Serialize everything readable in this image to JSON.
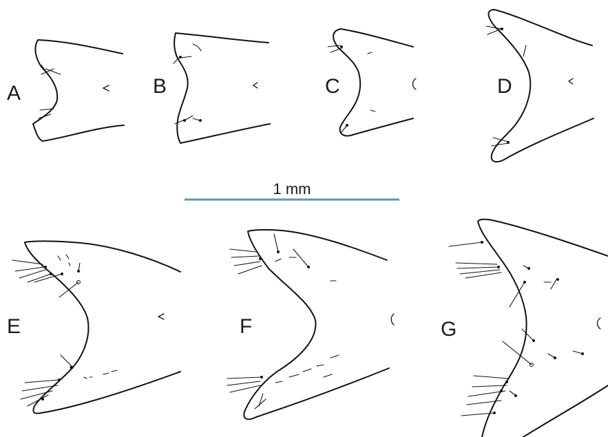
{
  "panels": [
    {
      "letter": "A"
    },
    {
      "letter": "B"
    },
    {
      "letter": "C"
    },
    {
      "letter": "D"
    },
    {
      "letter": "E"
    },
    {
      "letter": "F"
    },
    {
      "letter": "G"
    }
  ],
  "scale_bar": {
    "label": "1 mm",
    "color": "#5b8fd0"
  },
  "colors": {
    "ink": "#111111",
    "background": "#ffffff"
  }
}
